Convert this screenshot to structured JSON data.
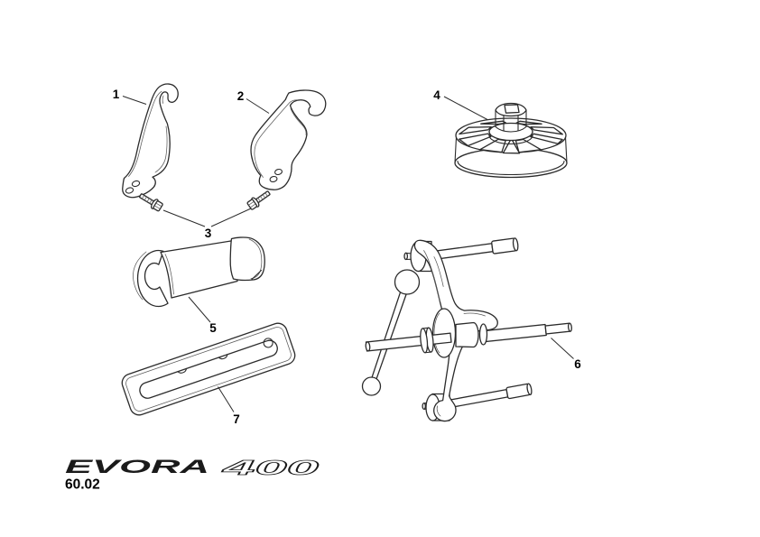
{
  "colors": {
    "background": "#ffffff",
    "line": "#2b2b2b",
    "label": "#000000"
  },
  "callouts": {
    "c1": "1",
    "c2": "2",
    "c3": "3",
    "c4": "4",
    "c5": "5",
    "c6": "6",
    "c7": "7"
  },
  "footer": {
    "brand": "EVORA",
    "model": "400",
    "section": "60.02"
  }
}
